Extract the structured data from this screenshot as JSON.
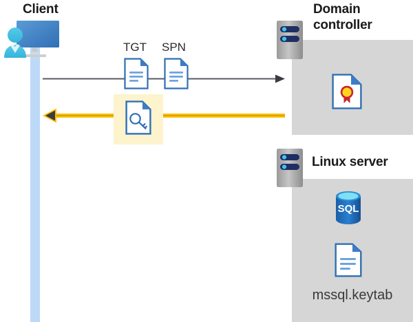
{
  "diagram": {
    "type": "kerberos-authentication-flow",
    "nodes": {
      "client": {
        "title": "Client",
        "icon": "client-workstation-icon"
      },
      "domain_controller": {
        "title": "Domain controller",
        "title_line1": "Domain",
        "title_line2": "controller",
        "icon": "server-icon",
        "contents": [
          {
            "icon": "certificate-document-icon",
            "label": ""
          }
        ]
      },
      "linux_server": {
        "title": "Linux server",
        "icon": "server-icon",
        "contents": [
          {
            "icon": "sql-database-icon",
            "label": "SQL"
          },
          {
            "icon": "keytab-document-icon",
            "label": "mssql.keytab"
          }
        ]
      }
    },
    "flows": [
      {
        "name": "request",
        "direction": "client-to-domain-controller",
        "color": "#595b63",
        "artifacts": [
          {
            "label": "TGT",
            "icon": "document-icon"
          },
          {
            "label": "SPN",
            "icon": "document-icon"
          }
        ]
      },
      {
        "name": "response",
        "direction": "domain-controller-to-client",
        "color": "#ffc000",
        "highlighted": true,
        "highlight_color": "#fdf3cd",
        "artifacts": [
          {
            "label": "",
            "icon": "service-ticket-key-document-icon"
          }
        ]
      }
    ],
    "colors": {
      "panel_gray": "#d6d6d6",
      "lifeline_blue": "#bcdaf8",
      "arrow_yellow": "#ffc000",
      "arrow_gray": "#595b63",
      "doc_blue": "#3d7cc9",
      "sql_blue": "#1f6bb8",
      "seal_gold": "#ffd520",
      "seal_red": "#c9252d",
      "title_black": "#1a1a1a"
    }
  }
}
